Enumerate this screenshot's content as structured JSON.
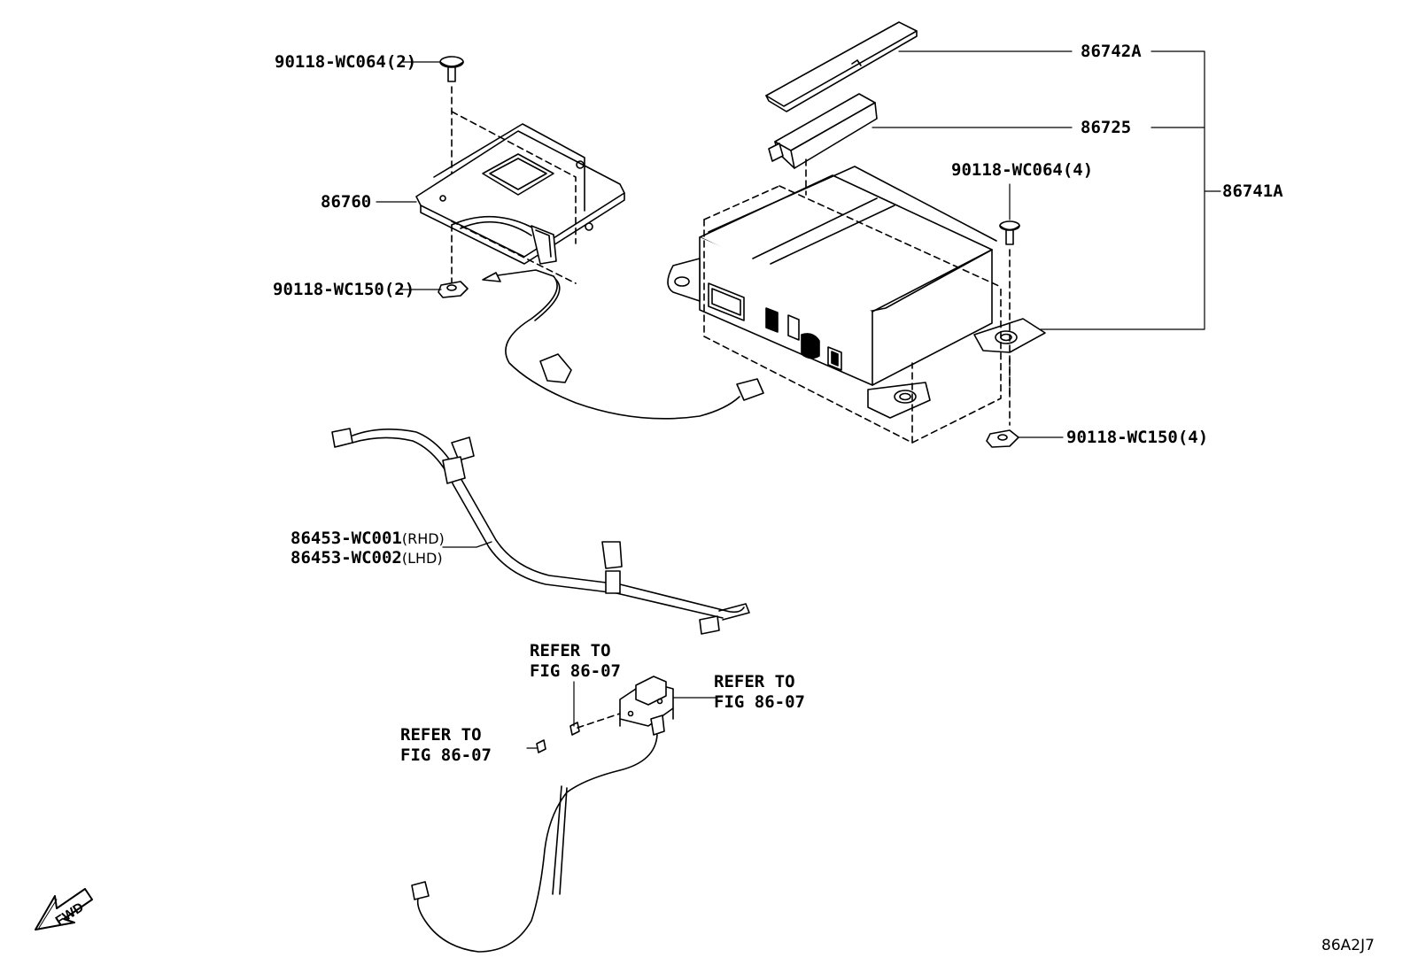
{
  "labels": {
    "screw_top_left": "90118-WC064(2)",
    "bracket": "86760",
    "nut_left": "90118-WC150(2)",
    "cover_strip": "86742A",
    "cover_channel": "86725",
    "screw_right": "90118-WC064(4)",
    "assembly": "86741A",
    "nut_right": "90118-WC150(4)",
    "harness_rhd": "86453-WC001",
    "harness_rhd_suffix": "(RHD)",
    "harness_lhd": "86453-WC002",
    "harness_lhd_suffix": "(LHD)",
    "refer_a_line1": "REFER TO",
    "refer_a_line2": "FIG 86-07",
    "refer_b_line1": "REFER TO",
    "refer_b_line2": "FIG 86-07",
    "refer_c_line1": "REFER TO",
    "refer_c_line2": "FIG 86-07"
  },
  "fwd_arrow_text": "FWD",
  "diagram_code": "86A2J7"
}
